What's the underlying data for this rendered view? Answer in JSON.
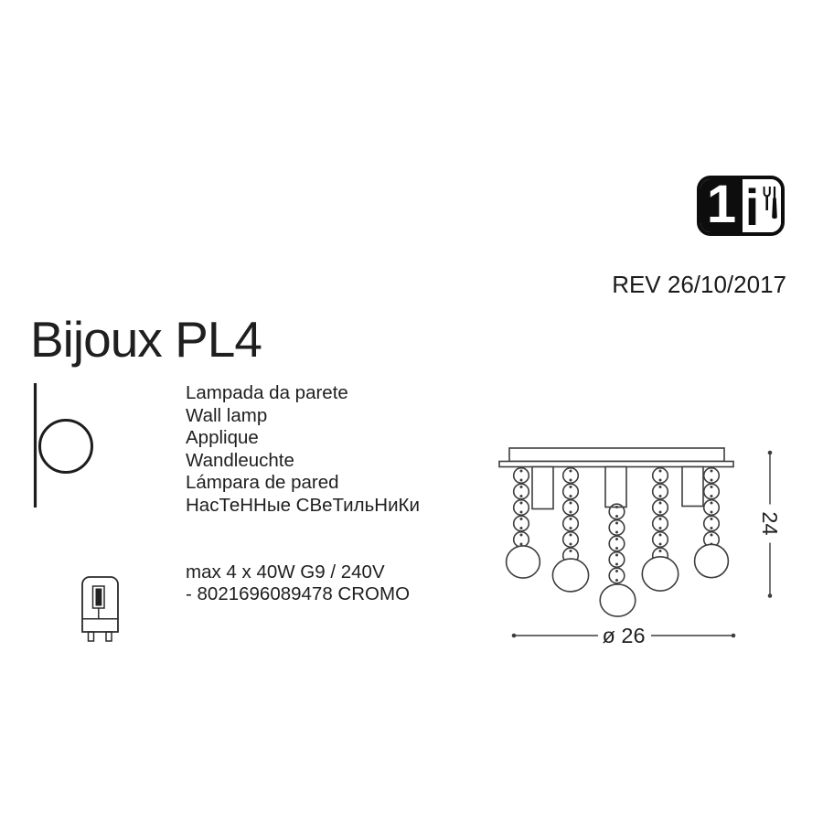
{
  "page": {
    "background": "#ffffff",
    "ink": "#1a1a1a"
  },
  "badge": {
    "number": "1",
    "info_glyph": "i"
  },
  "revision": "REV 26/10/2017",
  "product": {
    "title": "Bijoux PL4",
    "translations": [
      "Lampada da parete",
      "Wall lamp",
      "Applique",
      "Wandleuchte",
      "Lámpara de pared",
      "НасТеННые СВеТильНиКи"
    ],
    "spec_lines": [
      "max 4 x 40W G9 / 240V",
      "- 8021696089478 CROMO"
    ]
  },
  "drawing": {
    "height_label": "24",
    "diameter_label": "ø 26"
  },
  "icons": {
    "badge_tools": "wrench-and-screwdriver",
    "wall_lamp_symbol": "circle-on-wall-line",
    "lamp_socket": "g9-halogen-bulb"
  }
}
